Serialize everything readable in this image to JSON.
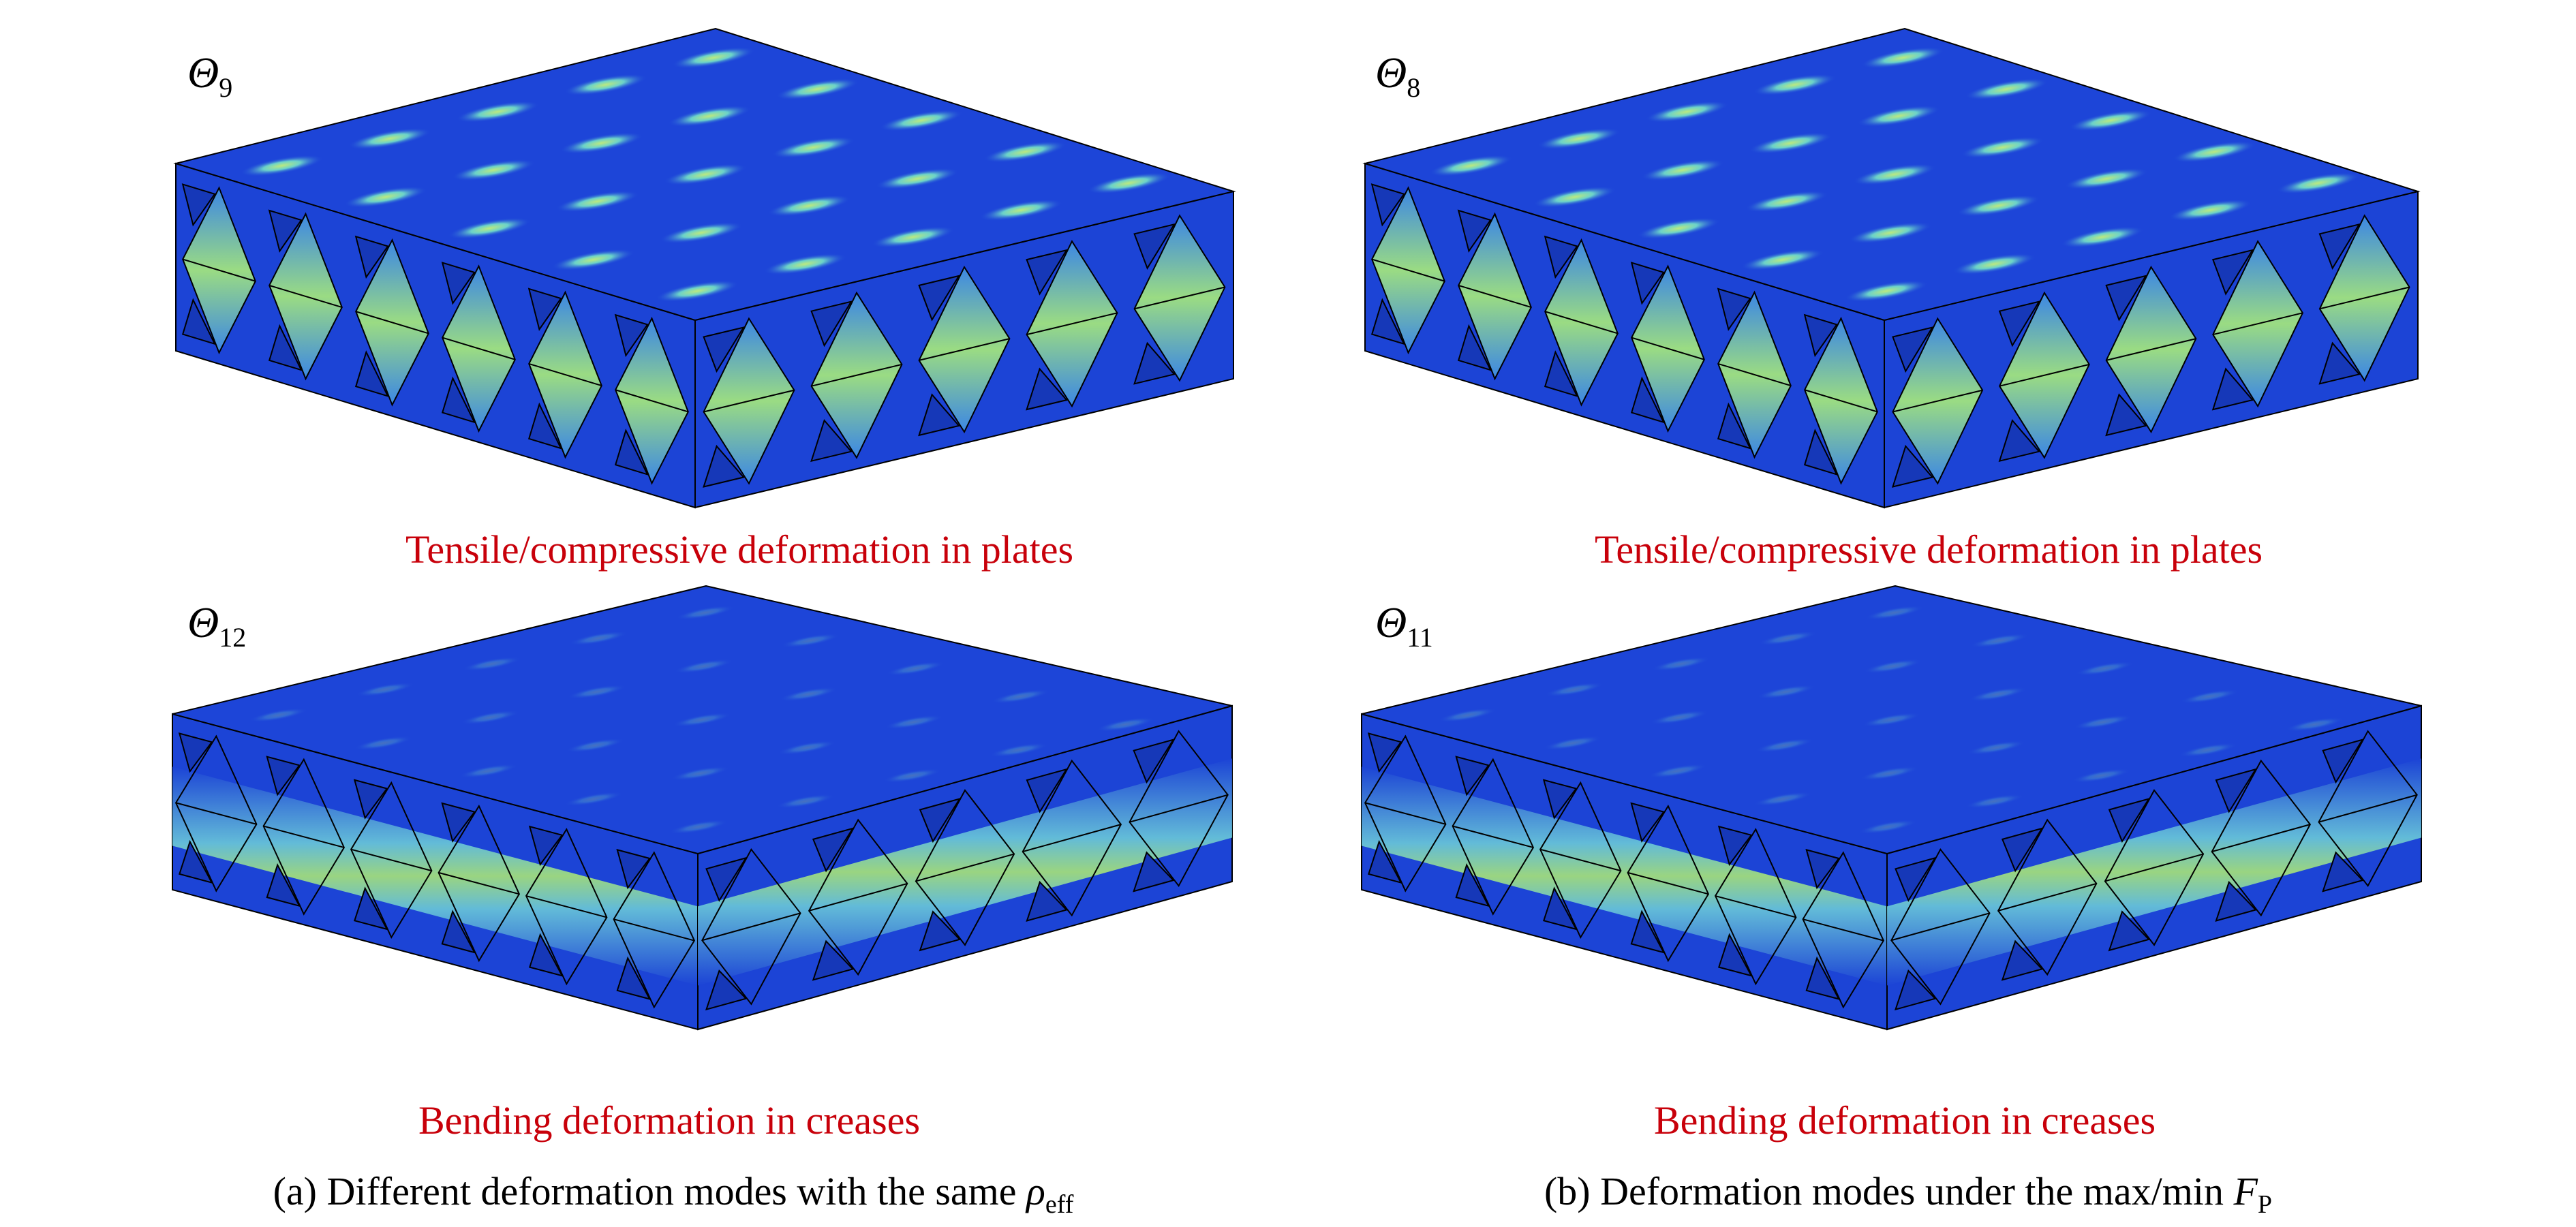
{
  "panels": [
    {
      "symbol": "Θ",
      "index": "9",
      "mode_caption": "Tensile/compressive deformation in plates",
      "style": "plates"
    },
    {
      "symbol": "Θ",
      "index": "8",
      "mode_caption": "Tensile/compressive deformation in plates",
      "style": "plates"
    },
    {
      "symbol": "Θ",
      "index": "12",
      "mode_caption": "Bending deformation in creases",
      "style": "creases"
    },
    {
      "symbol": "Θ",
      "index": "11",
      "mode_caption": "Bending deformation in creases",
      "style": "creases"
    }
  ],
  "captions": {
    "a": {
      "text": "(a) Different deformation modes with the same ",
      "symbol": "ρ",
      "sub": "eff"
    },
    "b": {
      "text": "(b) Deformation modes under the max/min ",
      "symbol": "F",
      "sub": "P"
    }
  },
  "colors": {
    "caption_red": "#c8000a",
    "stress_low": "#1c44d6",
    "stress_mid": "#7fe0c0",
    "stress_high": "#b6f060"
  }
}
